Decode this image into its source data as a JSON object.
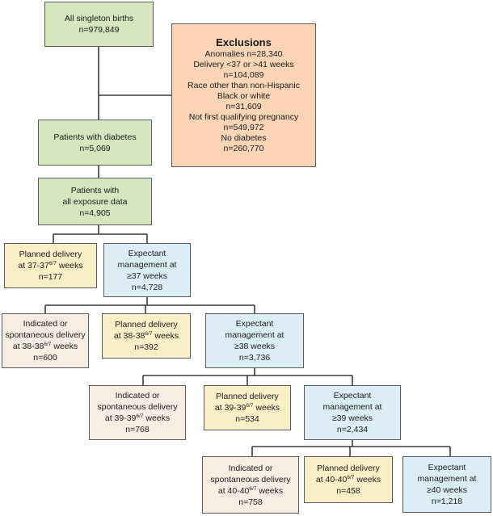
{
  "nodes": {
    "all_births": [
      "All singleton births",
      "n=979,849"
    ],
    "exclusions": {
      "title": "Exclusions",
      "lines": [
        "Anomalies n=28,340",
        "Delivery <37 or >41 weeks",
        "n=104,089",
        "Race other than non-Hispanic",
        "Black or white",
        "n=31,609",
        "Not first qualifying pregnancy",
        "n=549,972",
        "No diabetes",
        "n=260,770"
      ]
    },
    "diabetes": [
      "Patients with diabetes",
      "n=5,069"
    ],
    "exposure": [
      "Patients with",
      "all exposure data",
      "n=4,905"
    ],
    "planned_37": {
      "pre": "at 37-37",
      "sup": "6/7",
      "post": " weeks",
      "label": "Planned delivery",
      "n": "n=177"
    },
    "expectant_37": [
      "Expectant",
      "management at",
      "≥37 weeks",
      "n=4,728"
    ],
    "indicated_38": {
      "l1": "Indicated or",
      "l2": "spontaneous delivery",
      "pre": "at 38-38",
      "sup": "6/7",
      "post": " weeks",
      "n": "n=600"
    },
    "planned_38": {
      "label": "Planned delivery",
      "pre": "at 38-38",
      "sup": "6/7",
      "post": " weeks",
      "n": "n=392"
    },
    "expectant_38": [
      "Expectant",
      "management at",
      "≥38 weeks",
      "n=3,736"
    ],
    "indicated_39": {
      "l1": "Indicated or",
      "l2": "spontaneous delivery",
      "pre": "at 39-39",
      "sup": "6/7",
      "post": " weeks",
      "n": "n=768"
    },
    "planned_39": {
      "label": "Planned delivery",
      "pre": "at 39-39",
      "sup": "6/7",
      "post": " weeks",
      "n": "n=534"
    },
    "expectant_39": [
      "Expectant",
      "management at",
      "≥39 weeks",
      "n=2,434"
    ],
    "indicated_40": {
      "l1": "Indicated or",
      "l2": "spontaneous delivery",
      "pre": "at 40-40",
      "sup": "6/7",
      "post": " weeks",
      "n": "n=758"
    },
    "planned_40": {
      "label": "Planned delivery",
      "pre": "at 40-40",
      "sup": "6/7",
      "post": " weeks",
      "n": "n=458"
    },
    "expectant_40": [
      "Expectant",
      "management at",
      "≥40 weeks",
      "n=1,218"
    ]
  },
  "colors": {
    "cohort": "#d6e6be",
    "exclusion": "#fbd5b5",
    "planned": "#faefc6",
    "expectant": "#dbeef5",
    "indicated": "#f8ede2",
    "border": "#5a5a5a",
    "connector": "#3a3a3a"
  }
}
